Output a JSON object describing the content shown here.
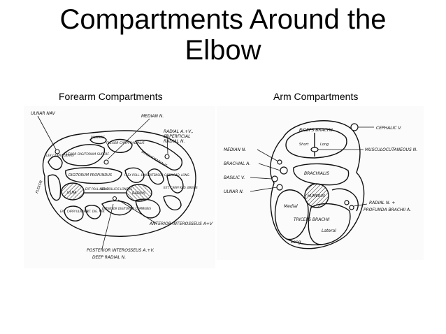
{
  "slide": {
    "title_line1": "Compartments Around the",
    "title_line2": "Elbow"
  },
  "left_figure": {
    "caption": "Forearm Compartments",
    "labels": {
      "ulnar_nav": "ULNAR NAV",
      "median_n": "MEDIAN N.",
      "radial": "RADIAL A.+V.,",
      "superficial": "SUPERFICIAL",
      "radial_n": "RADIAL N.",
      "palmaris": "PALMARIS",
      "flexor_carpi_radialis": "FLEXOR CARPI RADIALIS",
      "flexor_digitorum_superf": "FLEXOR DIGITORUM SUPERF.",
      "brachioradialis": "BRACHIORADIALIS",
      "flex_carpi_ulnaris": "FLEX CARPI ULNARIS",
      "digitorum_profundus": "DIGITORUM PROFUNDUS",
      "flex_poll_long": "FLEX POLL. LONG.",
      "extensor_carpi_rad_long": "EXTENSOR CARPI RAD. LONG.",
      "ulna": "ULNA",
      "ext_poll_long": "EXT POLL. LONG.",
      "abd_pollicis_longus": "ABD. POLLICIS LONGUS",
      "radius": "RADIUS",
      "ext_carpi_rad_brevis": "EXT. CARPI RAD. BREVIS",
      "ext_carpi_ulnaris": "EXT. CARPI ULNARIS",
      "ext_dig_min": "EXT. DIG. MIN.",
      "extensor_digitorum_communis": "EXTENSOR DIGITORUM COMMUNIS",
      "flexor": "FLEXOR",
      "anterior_interosseus": "ANTERIOR INTEROSSEUS A+V",
      "posterior_interosseus": "POSTERIOR INTEROSSEUS A.+V.",
      "deep_radial_n": "DEEP RADIAL N."
    }
  },
  "right_figure": {
    "caption": "Arm Compartments",
    "labels": {
      "biceps_brachii": "BICEPS BRACHII",
      "cephalic_v": "CEPHALIC V.",
      "short": "Short",
      "long": "Long",
      "median_n": "MEDIAN N.",
      "musculocutaneous_n": "MUSCULOCUTANEOUS N.",
      "brachial_a": "BRACHIAL A.",
      "brachialis": "BRACHIALIS",
      "basilic_v": "BASILIC V.",
      "humerus": "HUMERUS",
      "ulnar_n": "ULNAR N.",
      "medial": "Medial",
      "radial_n": "RADIAL N. +",
      "profunda_brachii_a": "PROFUNDA BRACHII A.",
      "triceps_brachii": "TRICEPS BRACHII",
      "lateral": "Lateral",
      "long2": "Long"
    }
  }
}
